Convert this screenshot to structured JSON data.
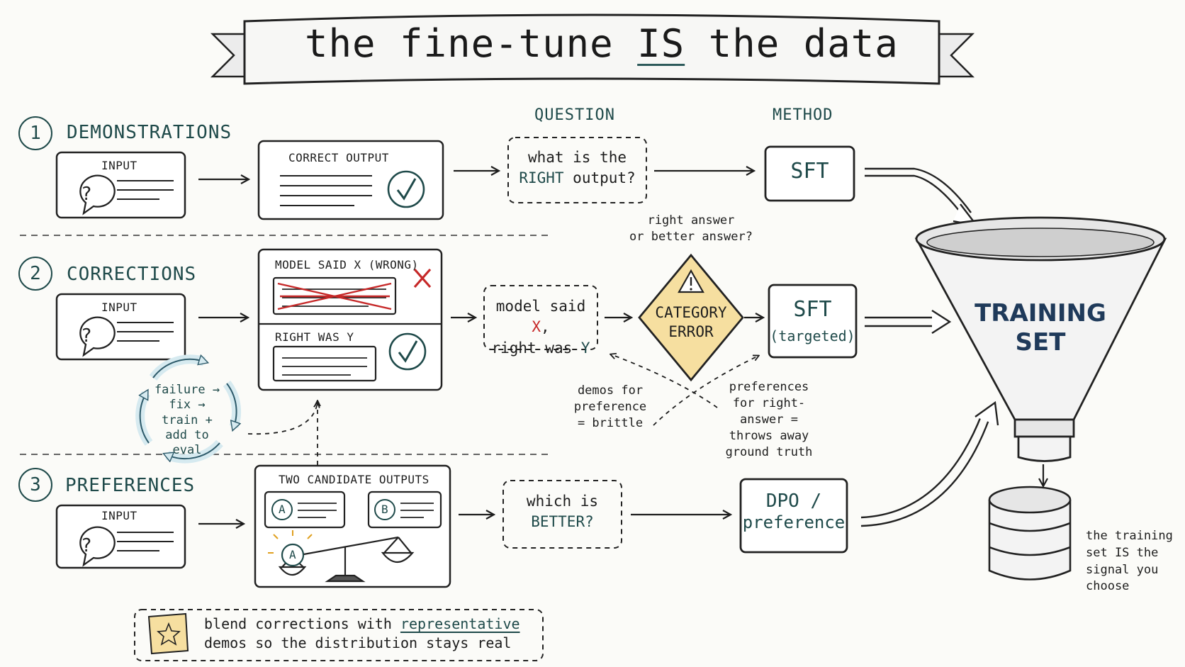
{
  "title": {
    "pre": "the fine-tune ",
    "emphasis": "IS",
    "post": " the data"
  },
  "columns": {
    "question": "QUESTION",
    "method": "METHOD"
  },
  "rows": [
    {
      "number": "1",
      "label": "DEMONSTRATIONS"
    },
    {
      "number": "2",
      "label": "CORRECTIONS"
    },
    {
      "number": "3",
      "label": "PREFERENCES"
    }
  ],
  "input_label": "INPUT",
  "demonstrations": {
    "output_label": "CORRECT OUTPUT",
    "question_pre": "what is the",
    "question_hl": "RIGHT",
    "question_post": " output?",
    "method": "SFT"
  },
  "corrections": {
    "wrong_label": "MODEL SAID X (WRONG)",
    "right_label": "RIGHT WAS Y",
    "question_a": "model said ",
    "question_x": "X",
    "question_b": ",",
    "question_c": "right was ",
    "question_y": "Y",
    "warning_top_a": "right answer",
    "warning_top_b": "or better answer?",
    "warning_a": "CATEGORY",
    "warning_b": "ERROR",
    "method_main": "SFT",
    "method_sub": "(targeted)",
    "note_left": "demos for preference = brittle",
    "note_right": "preferences for right-answer = throws away ground truth",
    "cycle": "failure → fix → train + add to eval"
  },
  "preferences": {
    "output_label": "TWO CANDIDATE OUTPUTS",
    "option_a": "A",
    "option_b": "B",
    "winner": "A",
    "question_a": "which is",
    "question_b": "BETTER?",
    "method_a": "DPO /",
    "method_b": "preference"
  },
  "funnel": {
    "line1": "TRAINING",
    "line2": "SET"
  },
  "side_note": "the training set IS the signal you choose",
  "tip": {
    "pre": "blend corrections with ",
    "underlined": "representative",
    "post": " demos so the distribution stays real"
  },
  "colors": {
    "accent": "#1f4a4a",
    "error": "#c62828",
    "warning_fill": "#f6dfa0",
    "funnel_text": "#1f3a5a",
    "cycle_arrow": "#bcd8e0"
  },
  "icons": [
    "question-bubble-icon",
    "check-icon",
    "cross-icon",
    "warning-icon",
    "balance-scale-icon",
    "database-icon",
    "sticky-note-star-icon"
  ]
}
